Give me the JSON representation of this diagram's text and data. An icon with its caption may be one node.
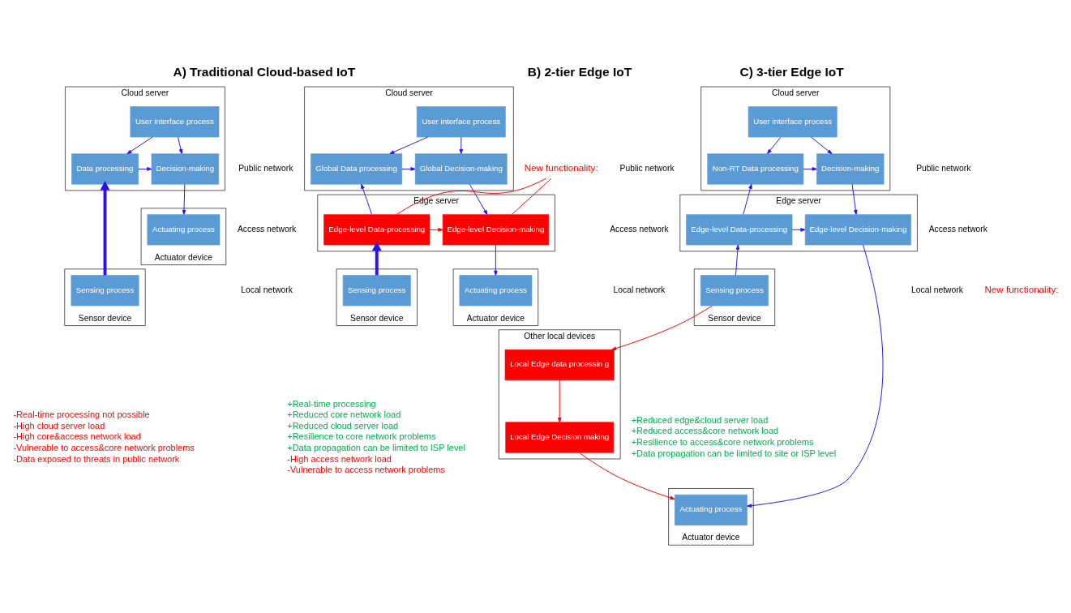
{
  "diagram": {
    "nodes": [
      {
        "text": [
          "Cloud server"
        ]
      },
      {
        "text": [
          "User interface process"
        ],
        "in": 0
      },
      {
        "text": [
          "Data processing"
        ],
        "in": 0
      },
      {
        "text": [
          "Decision-making"
        ],
        "in": 0
      },
      {
        "text": [
          "Sensor device"
        ]
      },
      {
        "text": [
          "Sensing process"
        ],
        "in": 4
      },
      {
        "text": [
          "Actuator device"
        ]
      },
      {
        "text": [
          "Actuating process"
        ],
        "in": 6
      },
      {
        "text": [
          "Cloud server"
        ]
      },
      {
        "text": [
          "User interface process"
        ],
        "in": 8
      },
      {
        "text": [
          "Global Data processing"
        ],
        "in": 8
      },
      {
        "text": [
          "Global Decision-making"
        ],
        "in": 8
      },
      {
        "text": [
          "Edge server"
        ]
      },
      {
        "text": [
          "Edge-level Data-processing"
        ],
        "in": 12
      },
      {
        "text": [
          "Edge-level Decision-making"
        ],
        "in": 12
      },
      {
        "text": [
          "Sensor device"
        ]
      },
      {
        "text": [
          "Sensing process"
        ],
        "in": 15
      },
      {
        "text": [
          "Actuator device"
        ]
      },
      {
        "text": [
          "Actuating process"
        ],
        "in": 17
      },
      {
        "text": [
          "New functionality:"
        ]
      },
      {
        "text": [
          "Cloud server"
        ]
      },
      {
        "text": [
          "User interface process"
        ],
        "in": 20
      },
      {
        "text": [
          "Non-RT Data processing"
        ],
        "in": 20
      },
      {
        "text": [
          "Decision-making"
        ],
        "in": 20
      },
      {
        "text": [
          "Edge server"
        ]
      },
      {
        "text": [
          "Edge-level Data-processing"
        ],
        "in": 24
      },
      {
        "text": [
          "Edge-level Decision-making"
        ],
        "in": 24
      },
      {
        "text": [
          "Other local devices"
        ]
      },
      {
        "text": [
          "Local Edge data processin g"
        ],
        "in": 27
      },
      {
        "text": [
          "Local Edge Decision making"
        ],
        "in": 27
      },
      {
        "text": [
          "Sensor device"
        ]
      },
      {
        "text": [
          "Sensing process"
        ],
        "in": 30
      },
      {
        "text": [
          "Actuator device"
        ]
      },
      {
        "text": [
          "Actuating process"
        ],
        "in": 32
      }
    ],
    "edges": [
      {
        "from": 1,
        "to": 2,
        "arrow": "to"
      },
      {
        "from": 1,
        "to": 3,
        "arrow": "to"
      },
      {
        "from": 2,
        "to": 3,
        "arrow": "to"
      },
      {
        "from": 5,
        "to": 2,
        "arrow": "to",
        "style": "thick"
      },
      {
        "from": 3,
        "to": 7,
        "arrow": "to"
      },
      {
        "from": 9,
        "to": 10,
        "arrow": "to"
      },
      {
        "from": 9,
        "to": 11,
        "arrow": "to"
      },
      {
        "from": 10,
        "to": 11,
        "arrow": "to"
      },
      {
        "from": 13,
        "to": 10,
        "arrow": "to"
      },
      {
        "from": 11,
        "to": 14,
        "arrow": "to"
      },
      {
        "from": 13,
        "to": 14,
        "arrow": "to",
        "color": "#ff0000"
      },
      {
        "from": 16,
        "to": 13,
        "arrow": "to",
        "style": "thick"
      },
      {
        "from": 14,
        "to": 18,
        "arrow": "to"
      },
      {
        "from": 19,
        "to": 13,
        "arrow": "none",
        "color": "#ff0000"
      },
      {
        "from": 19,
        "to": 14,
        "arrow": "none",
        "color": "#ff0000"
      },
      {
        "from": 21,
        "to": 22,
        "arrow": "to"
      },
      {
        "from": 21,
        "to": 23,
        "arrow": "to"
      },
      {
        "from": 22,
        "to": 23,
        "arrow": "to"
      },
      {
        "from": 25,
        "to": 22,
        "arrow": "to"
      },
      {
        "from": 23,
        "to": 26,
        "arrow": "to"
      },
      {
        "from": 25,
        "to": 26,
        "arrow": "to"
      },
      {
        "from": 31,
        "to": 25,
        "arrow": "to"
      },
      {
        "from": 26,
        "to": 33,
        "arrow": "to"
      },
      {
        "from": 31,
        "to": 28,
        "arrow": "to",
        "color": "#ff0000"
      },
      {
        "from": 28,
        "to": 29,
        "arrow": "to",
        "color": "#ff0000"
      },
      {
        "from": 29,
        "to": 33,
        "arrow": "to",
        "color": "#ff0000"
      }
    ],
    "labels": [
      "A) Traditional Cloud-based IoT",
      "B) 2-tier Edge IoT",
      "C) 3-tier Edge IoT",
      "Public network",
      "Access network",
      "Local network",
      "Public network",
      "Access network",
      "Local network",
      "Public network",
      "Access network",
      "Local network",
      "New functionality:",
      "-Real-time processing not possible",
      "-High cloud server load",
      "-High core&access network load",
      "-Vulnerable to access&core network problems",
      "-Data exposed to threats in public network",
      "+Real-time processing",
      "+Reduced core network load",
      "+Reduced cloud server load",
      "+Resilience to core network problems",
      "+Data propagation can be limited to ISP level",
      "-High access network load",
      "-Vulnerable to access network problems",
      "+Reduced edge&cloud server load",
      "+Reduced access&core network load",
      "+Resilience to access&core network problems",
      "+Data propagation can be limited to site or ISP level"
    ]
  }
}
